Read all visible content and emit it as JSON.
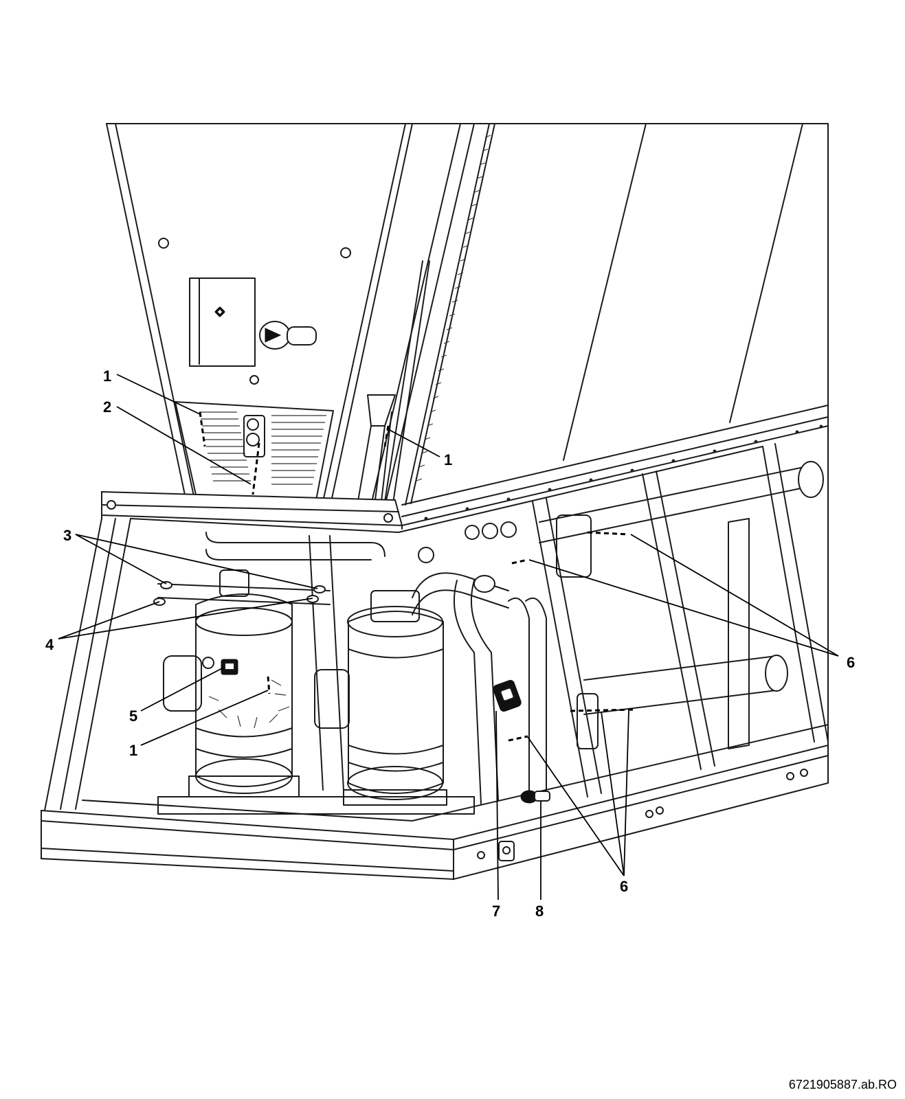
{
  "callouts": [
    {
      "id": "c1a",
      "label": "1"
    },
    {
      "id": "c2",
      "label": "2"
    },
    {
      "id": "c1b",
      "label": "1"
    },
    {
      "id": "c3",
      "label": "3"
    },
    {
      "id": "c4",
      "label": "4"
    },
    {
      "id": "c5",
      "label": "5"
    },
    {
      "id": "c1c",
      "label": "1"
    },
    {
      "id": "c6a",
      "label": "6"
    },
    {
      "id": "c6b",
      "label": "6"
    },
    {
      "id": "c7",
      "label": "7"
    },
    {
      "id": "c8",
      "label": "8"
    }
  ],
  "reference_code": "6721905887.ab.RO"
}
